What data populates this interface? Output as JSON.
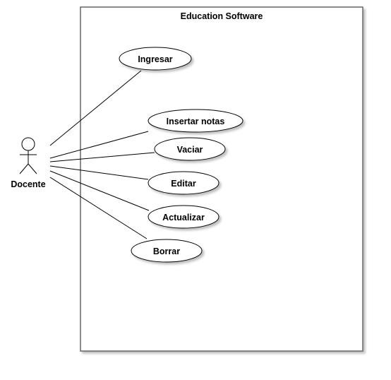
{
  "system": {
    "title": "Education Software"
  },
  "actor": {
    "name": "Docente"
  },
  "use_cases": [
    {
      "id": "ingresar",
      "label": "Ingresar"
    },
    {
      "id": "insertar-notas",
      "label": "Insertar notas"
    },
    {
      "id": "vaciar",
      "label": "Vaciar"
    },
    {
      "id": "editar",
      "label": "Editar"
    },
    {
      "id": "actualizar",
      "label": "Actualizar"
    },
    {
      "id": "borrar",
      "label": "Borrar"
    }
  ]
}
